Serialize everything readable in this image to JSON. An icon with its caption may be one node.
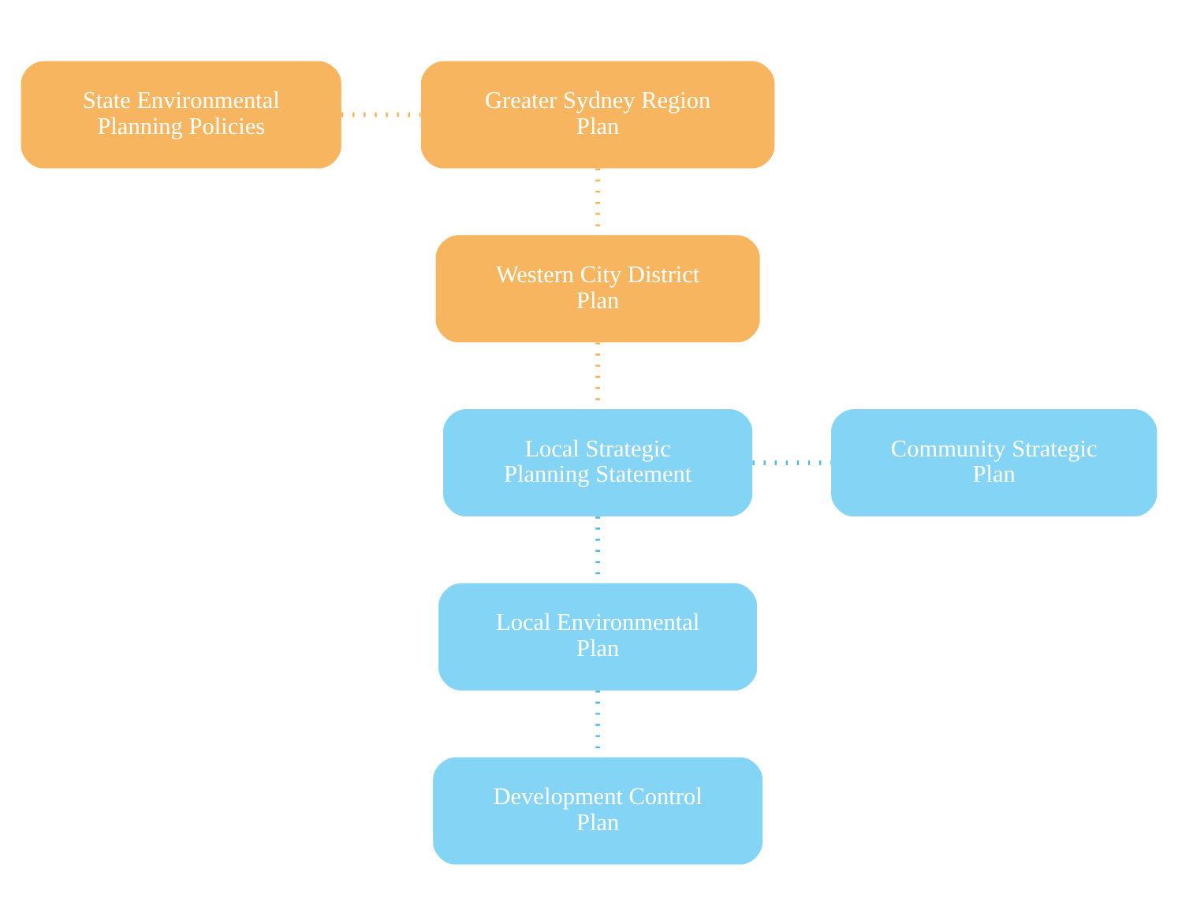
{
  "diagram": {
    "nodes": [
      {
        "text": [
          "State Environmental Planning Policies"
        ]
      },
      {
        "text": [
          "Greater Sydney Region Plan"
        ]
      },
      {
        "text": [
          "Western City District Plan"
        ]
      },
      {
        "text": [
          "Local Strategic Planning Statement"
        ]
      },
      {
        "text": [
          "Community Strategic Plan"
        ]
      },
      {
        "text": [
          "Local Environmental Plan"
        ]
      },
      {
        "text": [
          "Development Control Plan"
        ]
      }
    ],
    "edges": [
      {
        "from": 0,
        "to": 1,
        "arrow": "none",
        "style": "dashed",
        "color": "#f5b04f"
      },
      {
        "from": 1,
        "to": 2,
        "arrow": "none",
        "style": "dashed",
        "color": "#f5b04f"
      },
      {
        "from": 2,
        "to": 3,
        "arrow": "none",
        "style": "dashed",
        "color": "#f5b04f"
      },
      {
        "from": 3,
        "to": 4,
        "arrow": "none",
        "style": "dashed",
        "color": "#4fb8e8"
      },
      {
        "from": 3,
        "to": 5,
        "arrow": "none",
        "style": "dashed",
        "color": "#4fb8e8"
      },
      {
        "from": 5,
        "to": 6,
        "arrow": "none",
        "style": "dashed",
        "color": "#4fb8e8"
      }
    ]
  }
}
